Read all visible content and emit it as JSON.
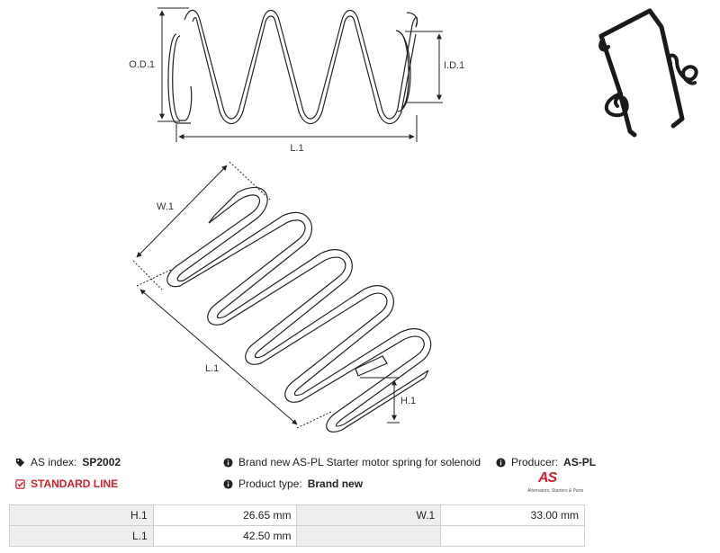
{
  "drawing": {
    "top_dims": {
      "od": "O.D.1",
      "id": "I.D.1",
      "length": "L.1"
    },
    "bottom_dims": {
      "width": "W.1",
      "length": "L.1",
      "height": "H.1"
    }
  },
  "info": {
    "as_index_label": "AS index:",
    "as_index_value": "SP2002",
    "standard_line": "STANDARD LINE",
    "description": "Brand new AS-PL Starter motor spring for solenoid",
    "product_type_label": "Product type:",
    "product_type_value": "Brand new",
    "producer_label": "Producer:",
    "producer_value": "AS-PL",
    "logo_text": "AS",
    "logo_subtext": "Alternators, Starters & Parts"
  },
  "specs": [
    {
      "label": "H.1",
      "value": "26.65 mm",
      "label2": "W.1",
      "value2": "33.00 mm"
    },
    {
      "label": "L.1",
      "value": "42.50 mm",
      "label2": "",
      "value2": ""
    }
  ],
  "colors": {
    "accent_red": "#d0202c",
    "table_header_bg": "#eeeeee",
    "line": "#222222"
  },
  "icons": {
    "tag": "tag-icon",
    "check": "checkbox-icon",
    "info": "info-icon"
  }
}
